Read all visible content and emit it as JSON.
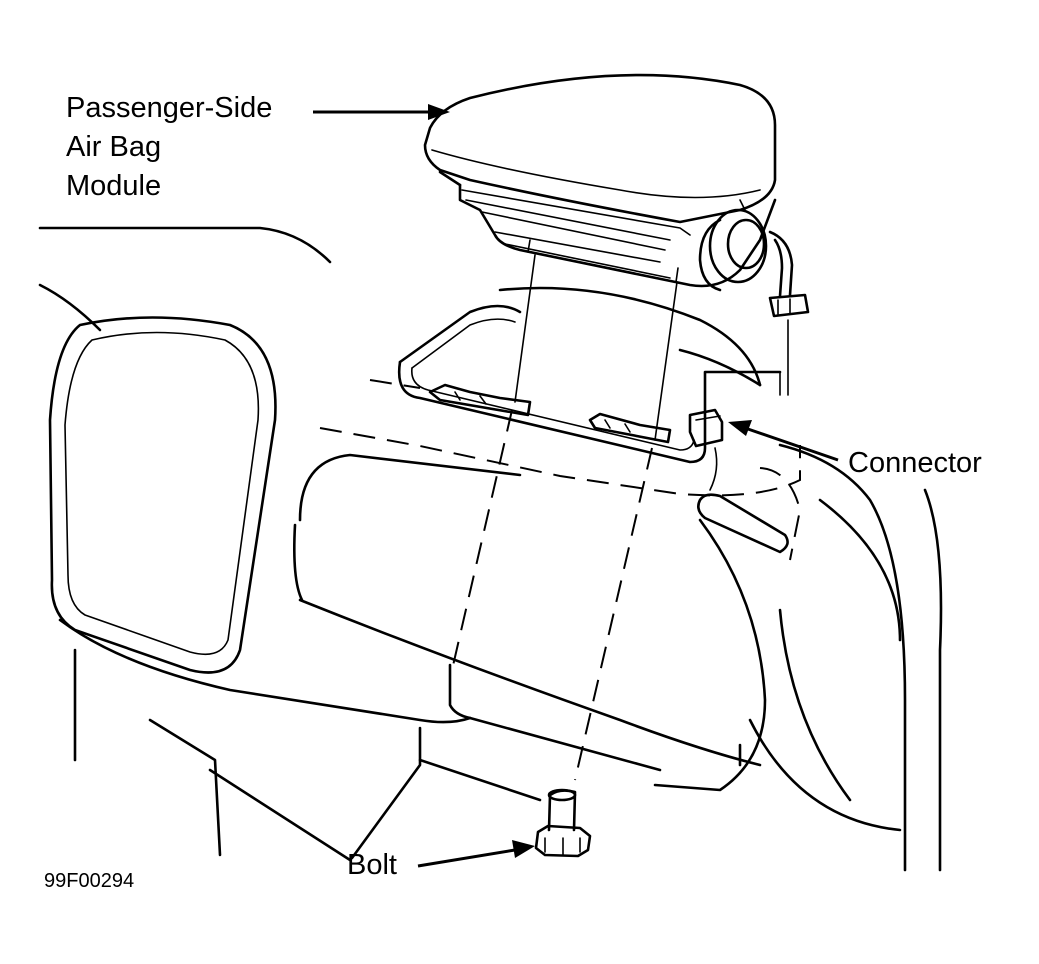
{
  "labels": {
    "module_line1": "Passenger-Side",
    "module_line2": "Air Bag",
    "module_line3": "Module",
    "connector": "Connector",
    "bolt": "Bolt",
    "figure_code": "99F00294"
  },
  "colors": {
    "ink": "#000000",
    "background": "#ffffff"
  }
}
